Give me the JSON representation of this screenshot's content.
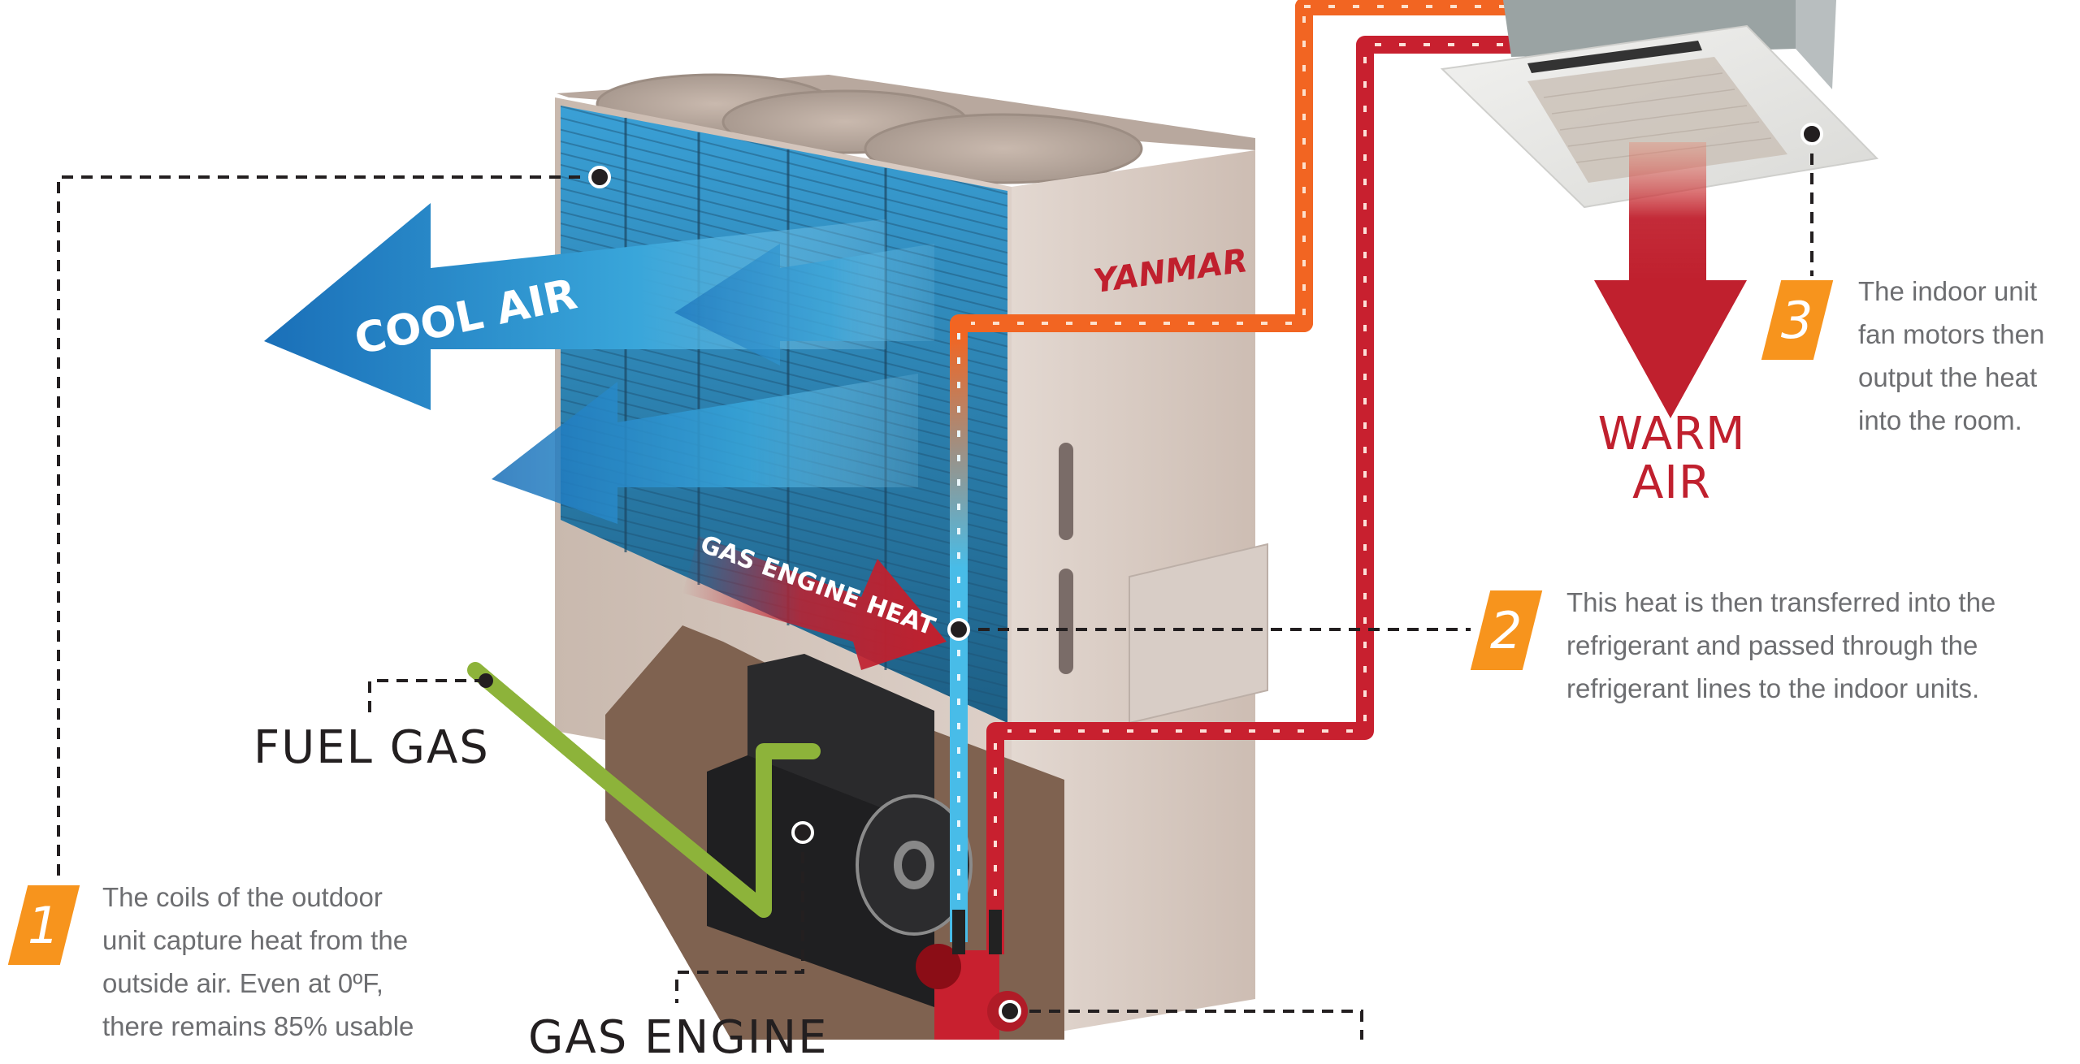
{
  "colors": {
    "step_badge": "#f7941d",
    "step_text": "#6d6e71",
    "warm_red": "#c0202e",
    "hot_line_orange": "#f26522",
    "supply_line_red": "#c8202f",
    "cold_line_blue": "#48bce8",
    "fuel_green": "#8db33a",
    "cool_air_blue": "#1d78c1",
    "unit_body": "#d6c8bf",
    "coil_blue": "#2a86b8",
    "label_dark": "#231f20"
  },
  "outdoor_unit": {
    "brand": "YANMAR"
  },
  "arrows": {
    "cool_air": "COOL AIR",
    "gas_engine_heat": "GAS ENGINE HEAT",
    "warm_air_line1": "WARM",
    "warm_air_line2": "AIR"
  },
  "labels": {
    "fuel_gas": "FUEL GAS",
    "gas_engine": "GAS ENGINE"
  },
  "steps": [
    {
      "number": "1",
      "lines": [
        "The coils of the outdoor",
        "unit capture heat from the",
        "outside air. Even at 0ºF,",
        "there remains 85% usable"
      ]
    },
    {
      "number": "2",
      "lines": [
        "This heat is then transferred into the",
        "refrigerant and passed through the",
        "refrigerant lines to the indoor units."
      ]
    },
    {
      "number": "3",
      "lines": [
        "The indoor unit",
        "fan motors then",
        "output the heat",
        "into the room."
      ]
    }
  ]
}
